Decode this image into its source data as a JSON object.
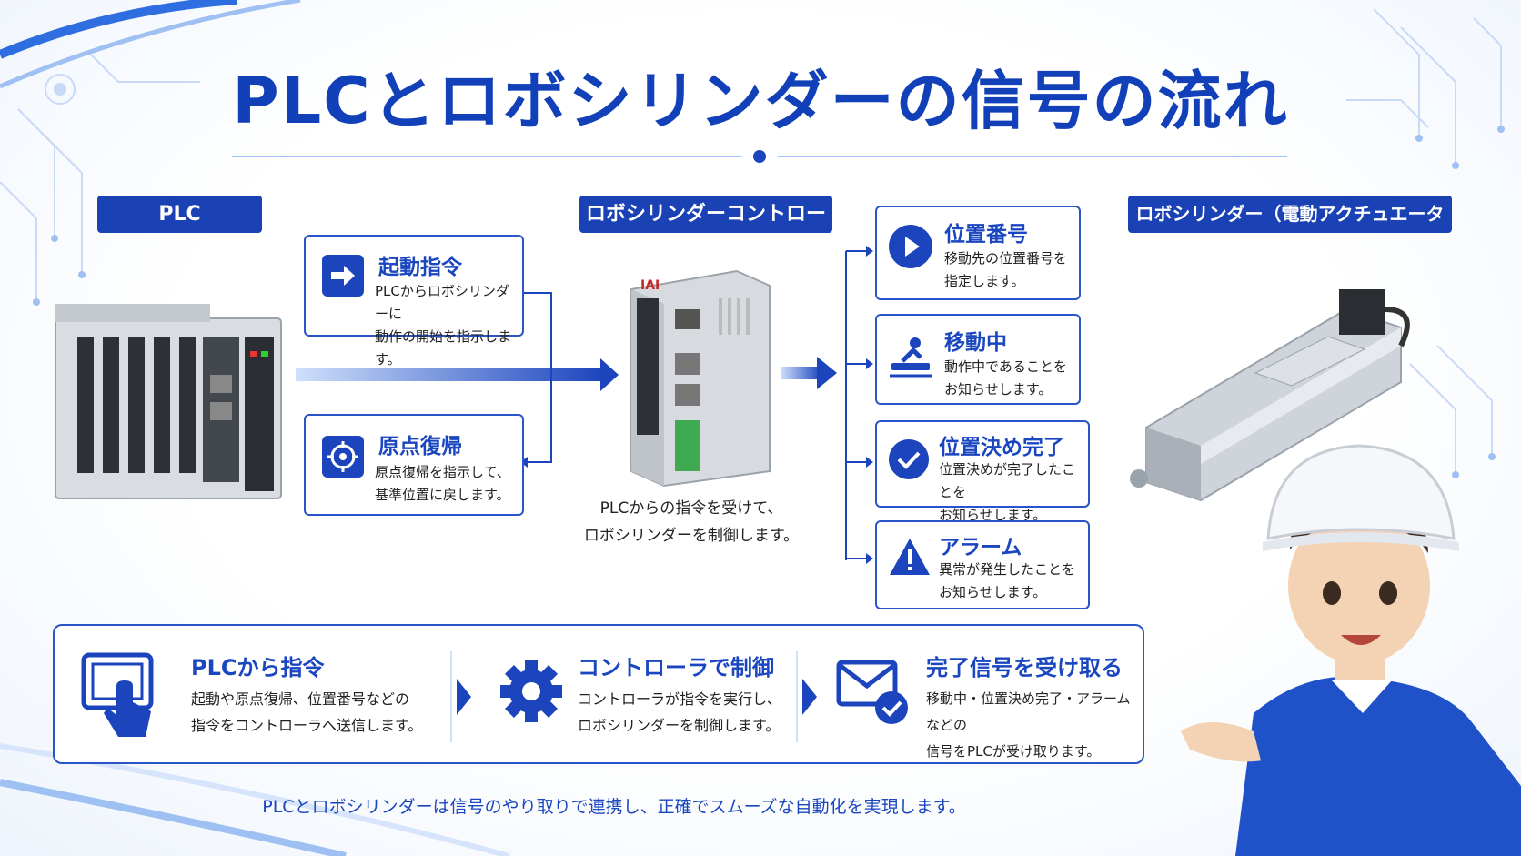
{
  "title": "PLCとロボシリンダーの信号の流れ",
  "labels": {
    "plc": "PLC",
    "controller": "ロボシリンダーコントローラ",
    "actuator": "ロボシリンダー（電動アクチュエーター）"
  },
  "plc_commands": [
    {
      "title": "起動指令",
      "lines": [
        "PLCからロボシリンダーに",
        "動作の開始を指示します。"
      ],
      "icon": "arrow-right-icon"
    },
    {
      "title": "原点復帰",
      "lines": [
        "原点復帰を指示して、",
        "基準位置に戻します。"
      ],
      "icon": "crosshair-icon"
    }
  ],
  "controller_note": [
    "PLCからの指令を受けて、",
    "ロボシリンダーを制御します。"
  ],
  "status_signals": [
    {
      "title": "位置番号",
      "lines": [
        "移動先の位置番号を",
        "指定します。"
      ],
      "icon": "play-icon"
    },
    {
      "title": "移動中",
      "lines": [
        "動作中であることを",
        "お知らせします。"
      ],
      "icon": "moving-icon"
    },
    {
      "title": "位置決め完了",
      "lines": [
        "位置決めが完了したことを",
        "お知らせします。"
      ],
      "icon": "check-icon"
    },
    {
      "title": "アラーム",
      "lines": [
        "異常が発生したことを",
        "お知らせします。"
      ],
      "icon": "warning-icon"
    }
  ],
  "device_text": {
    "controller_brand": "IAI"
  },
  "steps": [
    {
      "title": "PLCから指令",
      "lines": [
        "起動や原点復帰、位置番号などの",
        "指令をコントローラへ送信します。"
      ],
      "icon": "touch-screen-icon"
    },
    {
      "title": "コントローラで制御",
      "lines": [
        "コントローラが指令を実行し、",
        "ロボシリンダーを制御します。"
      ],
      "icon": "gear-icon"
    },
    {
      "title": "完了信号を受け取る",
      "lines": [
        "移動中・位置決め完了・アラームなどの",
        "信号をPLCが受け取ります。"
      ],
      "icon": "mail-check-icon"
    }
  ],
  "footer": "PLCとロボシリンダーは信号のやり取りで連携し、正確でスムーズな自動化を実現します。",
  "colors": {
    "accent": "#1b42b5",
    "light": "#cfe0fb"
  }
}
